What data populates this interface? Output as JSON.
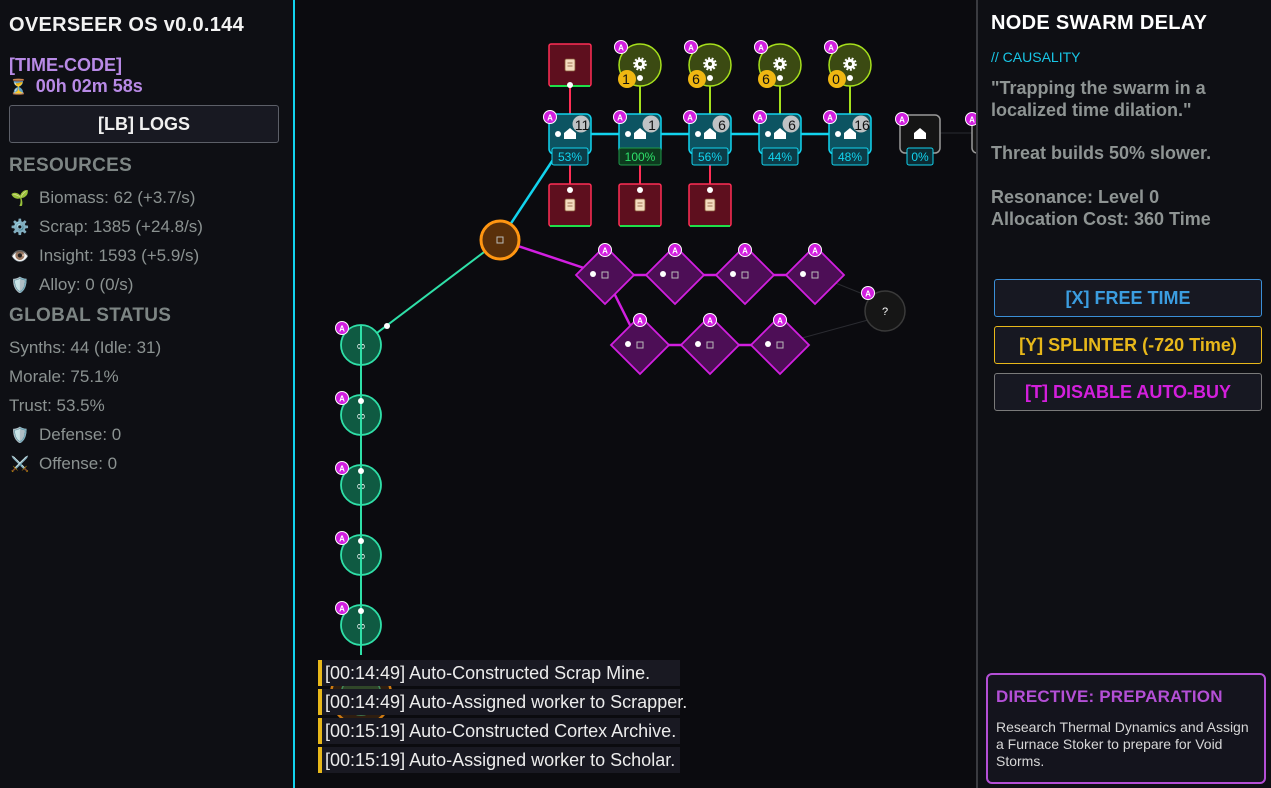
{
  "app": {
    "title": "OVERSEER OS v0.0.144"
  },
  "timecode": {
    "label": "[TIME-CODE]",
    "icon": "hourglass-icon",
    "value": "00h 02m 58s"
  },
  "logs_button": "[LB] LOGS",
  "resources": {
    "heading": "RESOURCES",
    "items": [
      {
        "icon": "sprout-icon",
        "glyph": "🌱",
        "text": "Biomass: 62 (+3.7/s)"
      },
      {
        "icon": "gear-icon",
        "glyph": "⚙️",
        "text": "Scrap: 1385 (+24.8/s)"
      },
      {
        "icon": "eye-icon",
        "glyph": "👁️",
        "text": "Insight: 1593 (+5.9/s)"
      },
      {
        "icon": "shield-icon",
        "glyph": "🛡️",
        "text": "Alloy: 0 (0/s)"
      }
    ]
  },
  "status": {
    "heading": "GLOBAL STATUS",
    "synths": "Synths: 44 (Idle: 31)",
    "morale": "Morale: 75.1%",
    "trust": "Trust: 53.5%",
    "defense": {
      "icon": "shield-icon",
      "glyph": "🛡️",
      "text": "Defense: 0"
    },
    "offense": {
      "icon": "crossed-swords-icon",
      "glyph": "⚔️",
      "text": "Offense: 0"
    }
  },
  "node_panel": {
    "title": "NODE SWARM DELAY",
    "category": "// CAUSALITY",
    "description": "\"Trapping the swarm in a localized time dilation.\"",
    "effect": "Threat builds 50% slower.",
    "resonance": "Resonance: Level 0",
    "cost": "Allocation Cost: 360 Time"
  },
  "actions": {
    "free": "[X] FREE TIME",
    "splinter": "[Y] SPLINTER (-720 Time)",
    "auto_buy": "[T] DISABLE AUTO-BUY"
  },
  "directive": {
    "title": "DIRECTIVE: PREPARATION",
    "text": "Research Thermal Dynamics and Assign a Furnace Stoker to prepare for Void Storms."
  },
  "log": [
    "[00:14:49] Auto-Constructed Scrap Mine.",
    "[00:14:49] Auto-Assigned worker to Scrapper.",
    "[00:15:19] Auto-Constructed Cortex Archive.",
    "[00:15:19] Auto-Assigned worker to Scholar."
  ],
  "graph": {
    "auto_badge": "A",
    "unknown_label": "?",
    "colors": {
      "cyan": "#12d3ee",
      "teal": "#2fe0a8",
      "lime": "#a6e01c",
      "red": "#ff2e55",
      "magenta": "#d21fe0",
      "orange": "#ff9612"
    },
    "housing": [
      {
        "count": "11",
        "pct": "53%",
        "full": false
      },
      {
        "count": "1",
        "pct": "100%",
        "full": true
      },
      {
        "count": "6",
        "pct": "56%",
        "full": false
      },
      {
        "count": "6",
        "pct": "44%",
        "full": false
      },
      {
        "count": "16",
        "pct": "48%",
        "full": false
      }
    ],
    "housing_locked": {
      "pct": "0%"
    },
    "scrap_nodes": [
      {
        "badge": "1"
      },
      {
        "badge": "6"
      },
      {
        "badge": "6"
      },
      {
        "badge": "0"
      }
    ]
  }
}
